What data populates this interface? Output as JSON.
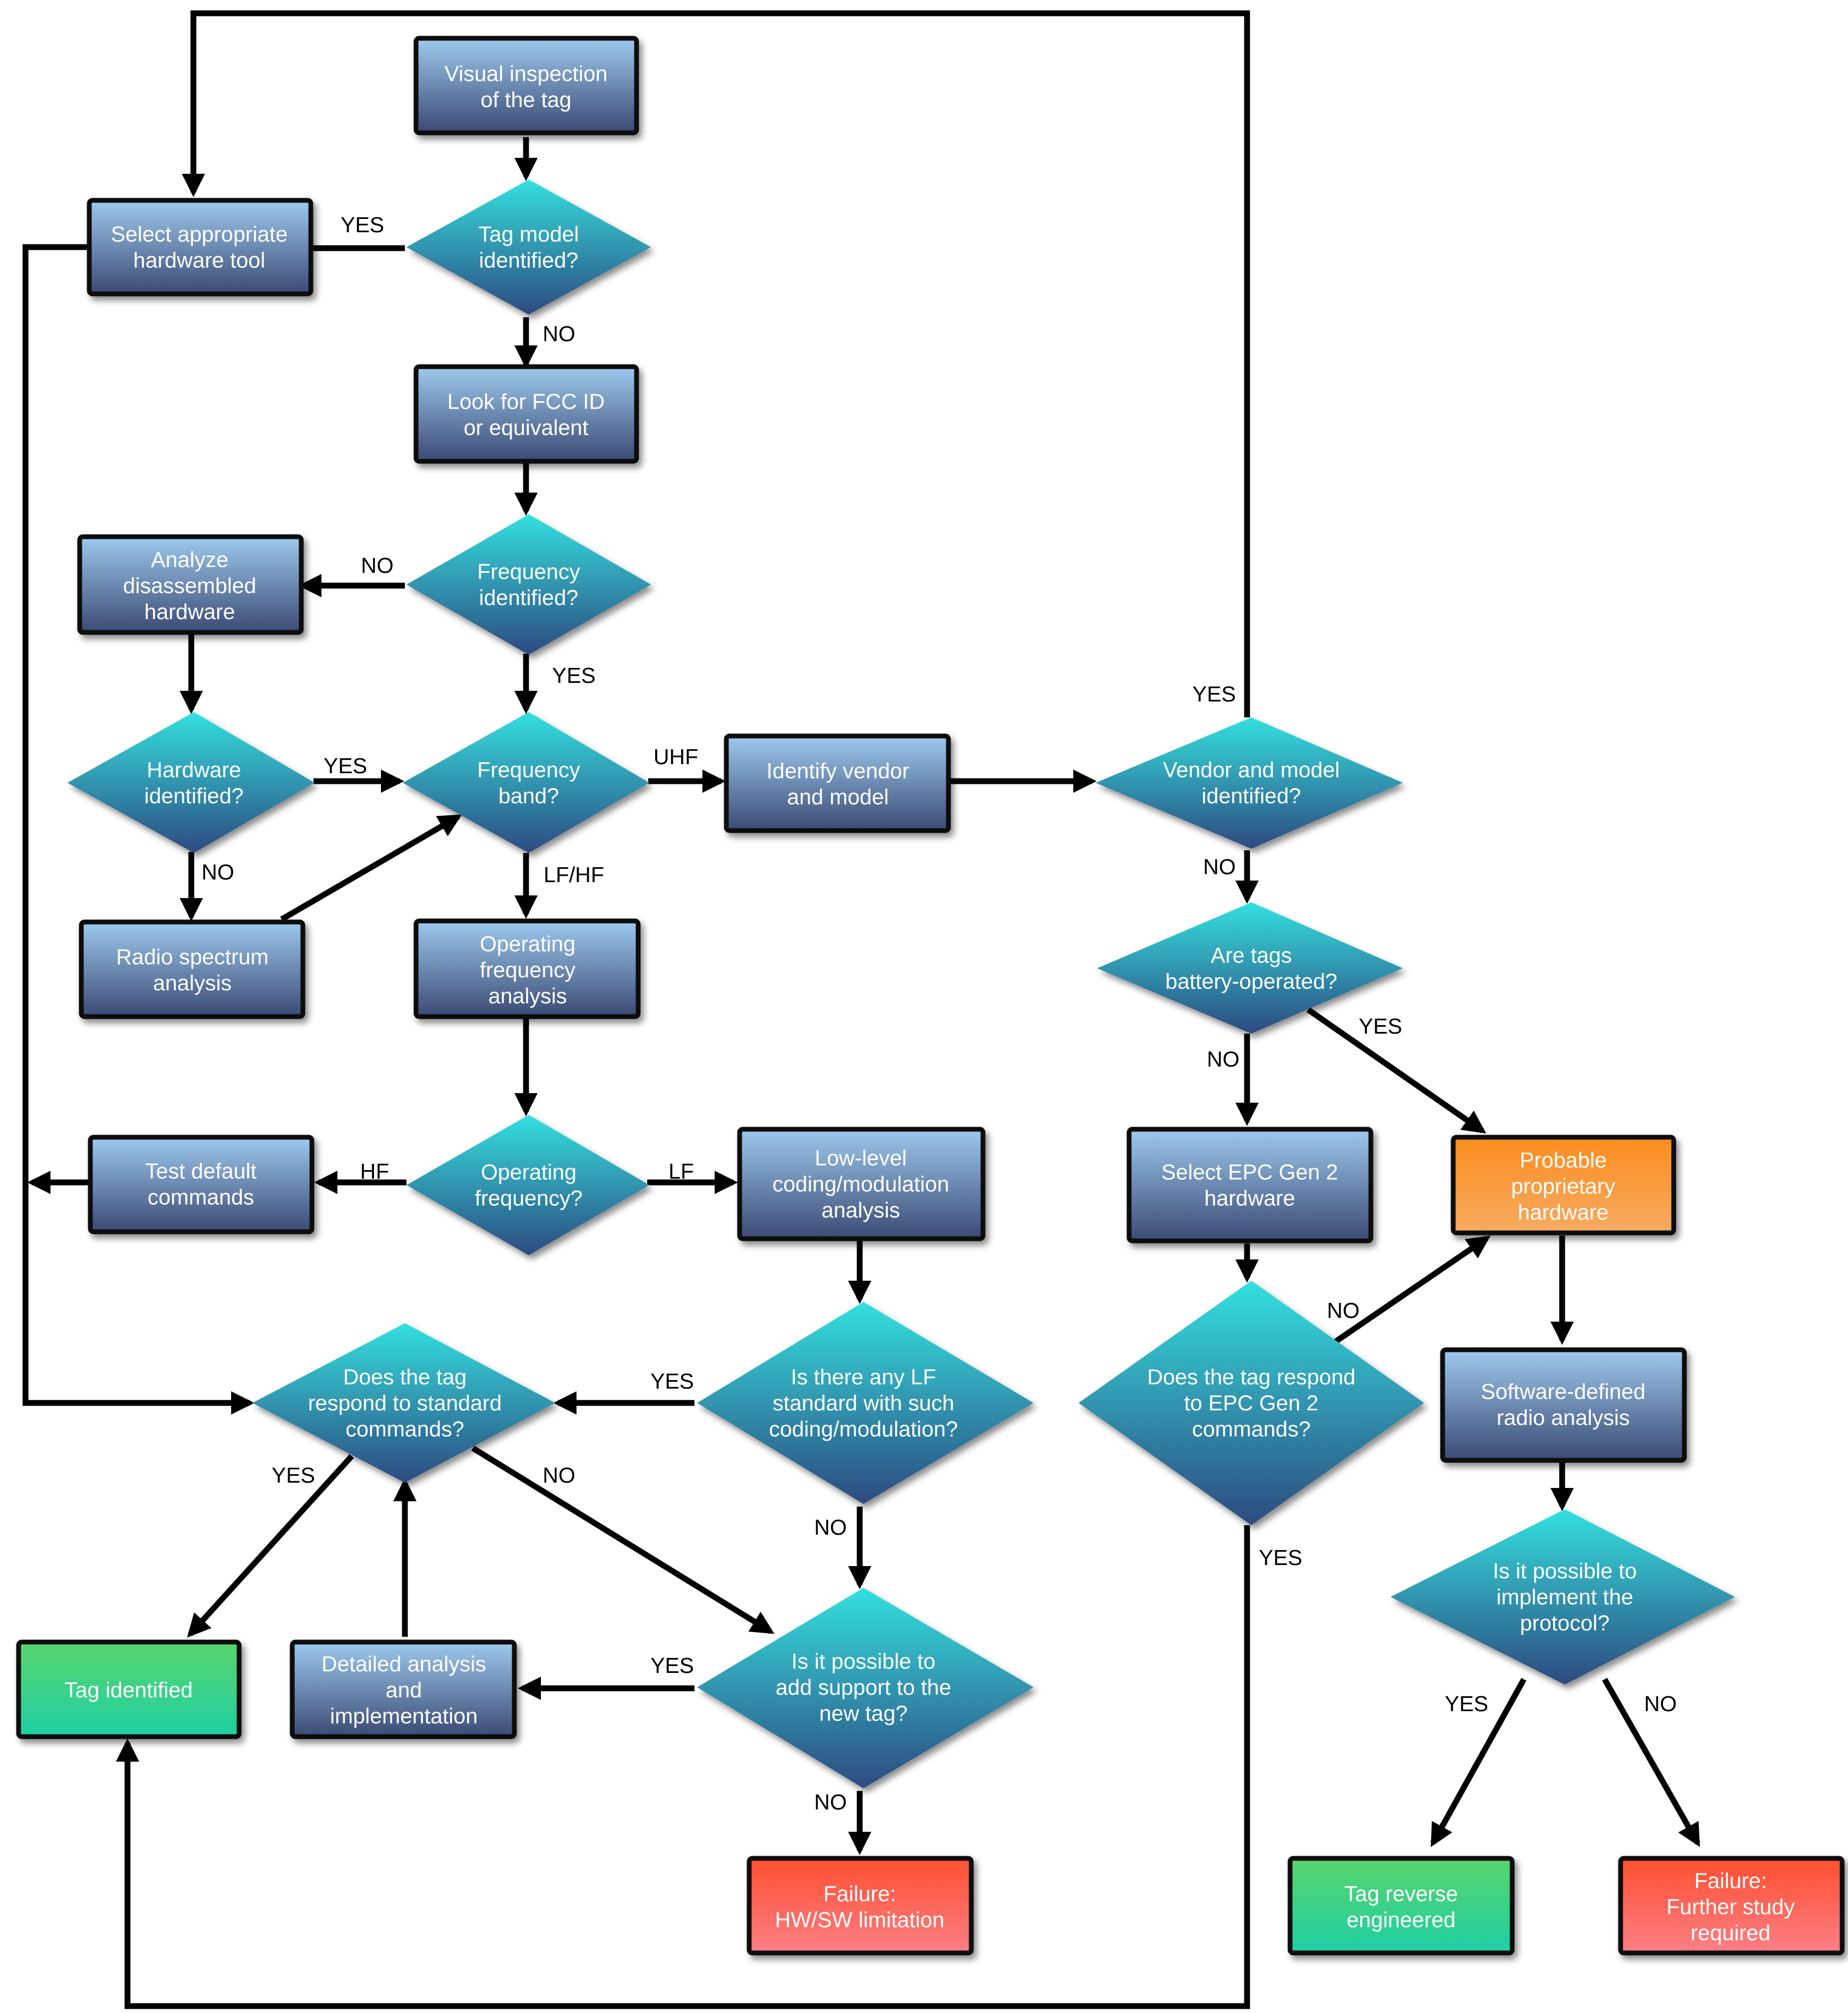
{
  "colors": {
    "process_top": "#9ec9ee",
    "process_bottom": "#3a4a74",
    "decision_top": "#33e0de",
    "decision_bottom": "#2d4a80",
    "success_top": "#58d56c",
    "success_bottom": "#1fcfa4",
    "failure_top": "#ff4f2f",
    "failure_bottom": "#fb7f86",
    "warning_top": "#fb8d1f",
    "warning_bottom": "#f6aa62",
    "border": "#0d0d0d"
  },
  "nodes": {
    "visual_inspection": [
      "Visual inspection",
      "of the tag"
    ],
    "tag_model_identified": [
      "Tag model",
      "identified?"
    ],
    "select_hardware_tool": [
      "Select appropriate",
      "hardware tool"
    ],
    "look_for_fcc": [
      "Look for FCC ID",
      "or equivalent"
    ],
    "frequency_identified": [
      "Frequency",
      "identified?"
    ],
    "analyze_disassembled": [
      "Analyze",
      "disassembled",
      "hardware"
    ],
    "hardware_identified": [
      "Hardware",
      "identified?"
    ],
    "frequency_band": [
      "Frequency",
      "band?"
    ],
    "identify_vendor": [
      "Identify vendor",
      "and model"
    ],
    "vendor_model_identified": [
      "Vendor and model",
      "identified?"
    ],
    "radio_spectrum": [
      "Radio spectrum",
      "analysis"
    ],
    "operating_frequency_analysis": [
      "Operating",
      "frequency",
      "analysis"
    ],
    "battery_operated": [
      "Are tags",
      "battery-operated?"
    ],
    "test_default": [
      "Test default",
      "commands"
    ],
    "operating_frequency": [
      "Operating",
      "frequency?"
    ],
    "low_level_coding": [
      "Low-level",
      "coding/modulation",
      "analysis"
    ],
    "select_epc": [
      "Select EPC Gen 2",
      "hardware"
    ],
    "probable_proprietary": [
      "Probable",
      "proprietary",
      "hardware"
    ],
    "respond_standard": [
      "Does the tag",
      "respond to standard",
      "commands?"
    ],
    "lf_standard": [
      "Is there any LF",
      "standard with such",
      "coding/modulation?"
    ],
    "respond_epc": [
      "Does the tag respond",
      "to EPC Gen 2",
      "commands?"
    ],
    "sdr_analysis": [
      "Software-defined",
      "radio analysis"
    ],
    "implement_protocol": [
      "Is it possible to",
      "implement the",
      "protocol?"
    ],
    "tag_identified": [
      "Tag identified"
    ],
    "detailed_analysis": [
      "Detailed analysis",
      "and",
      "implementation"
    ],
    "add_support": [
      "Is it possible to",
      "add support to the",
      "new tag?"
    ],
    "failure_hwsw": [
      "Failure:",
      "HW/SW limitation"
    ],
    "tag_reverse": [
      "Tag reverse",
      "engineered"
    ],
    "failure_further": [
      "Failure:",
      "Further study",
      "required"
    ]
  },
  "edge_labels": {
    "tag_model_yes": "YES",
    "tag_model_no": "NO",
    "freq_identified_no": "NO",
    "freq_identified_yes": "YES",
    "hw_identified_yes": "YES",
    "hw_identified_no": "NO",
    "band_uhf": "UHF",
    "band_lfhf": "LF/HF",
    "vendor_yes": "YES",
    "vendor_no": "NO",
    "battery_yes": "YES",
    "battery_no": "NO",
    "opfreq_hf": "HF",
    "opfreq_lf": "LF",
    "epc_no": "NO",
    "epc_yes": "YES",
    "lf_standard_yes": "YES",
    "lf_standard_no": "NO",
    "respond_yes": "YES",
    "respond_no": "NO",
    "add_support_yes": "YES",
    "add_support_no": "NO",
    "implement_yes": "YES",
    "implement_no": "NO"
  }
}
